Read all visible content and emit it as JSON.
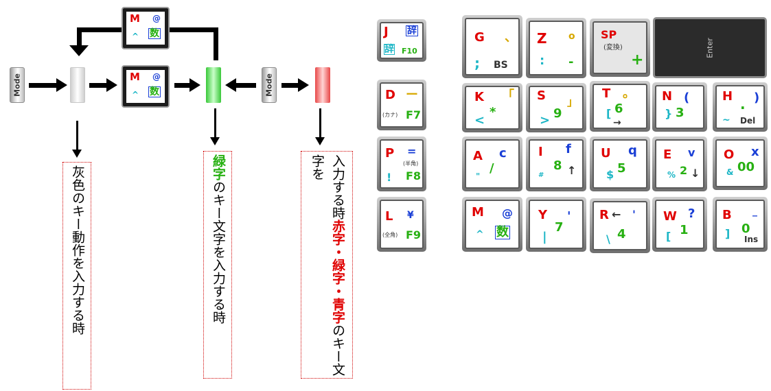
{
  "diagram": {
    "mode_label": "Mode",
    "mode_key": {
      "letter": "M",
      "at": "@",
      "caret": "^",
      "su": "数"
    },
    "notes": {
      "gray": {
        "text": "灰色のキー動作を入力する時"
      },
      "green": {
        "highlight": "緑字",
        "rest": "のキー文字を入力する時"
      },
      "red": {
        "line1": "入力する時",
        "h1": "赤字",
        "dot1": "・",
        "h2": "緑字",
        "dot2": "・",
        "h3": "青字",
        "rest": "のキー文字を"
      }
    },
    "colors": {
      "red": "#e00000",
      "green": "#27b012",
      "blue": "#1a3fd6",
      "cyan": "#1db6c6"
    }
  },
  "keypad": {
    "J": {
      "main": "J",
      "tr": "辞",
      "bl": "辞",
      "br": "F10"
    },
    "G": {
      "main": "G",
      "tr": "、",
      "bl": ";",
      "br": "BS"
    },
    "Z": {
      "main": "Z",
      "tr": "o",
      "bl": ":",
      "br": "-"
    },
    "SP": {
      "main": "SP",
      "sub": "(変換)",
      "br": "+"
    },
    "Enter": {
      "label": "Enter"
    },
    "D": {
      "main": "D",
      "tr": "ー",
      "bl": "(カナ)",
      "br": "F7"
    },
    "K": {
      "main": "K",
      "tr": "「",
      "mid": "*",
      "bl": "<"
    },
    "S": {
      "main": "S",
      "tr": "」",
      "num": "9",
      "bl": ">"
    },
    "T": {
      "main": "T",
      "tr": "。",
      "num": "6",
      "bl": "[",
      "arrow": "→"
    },
    "N": {
      "main": "N",
      "tr": "(",
      "num": "3",
      "bl": "}"
    },
    "H": {
      "main": "H",
      "tr": ")",
      "mid": ".",
      "bl": "~",
      "br": "Del"
    },
    "P": {
      "main": "P",
      "tr": "=",
      "sub": "(半角)",
      "bl": "!",
      "br": "F8"
    },
    "A": {
      "main": "A",
      "tr": "c",
      "num": "/",
      "bl": "\""
    },
    "I": {
      "main": "I",
      "tr": "f",
      "num": "8",
      "bl": "#",
      "arrow": "↑"
    },
    "U": {
      "main": "U",
      "tr": "q",
      "num": "5",
      "bl": "$"
    },
    "E": {
      "main": "E",
      "tr": "v",
      "num": "2",
      "bl": "%",
      "arrow": "↓"
    },
    "O": {
      "main": "O",
      "tr": "x",
      "num": "00",
      "bl": "&"
    },
    "L": {
      "main": "L",
      "tr": "¥",
      "bl": "(全角)",
      "br": "F9"
    },
    "M": {
      "main": "M",
      "tr": "@",
      "bl": "^",
      "br": "数"
    },
    "Y": {
      "main": "Y",
      "tr": "'",
      "num": "7",
      "bl": "|"
    },
    "R": {
      "main": "R",
      "arrow": "←",
      "tr": "'",
      "num": "4",
      "bl": "\\"
    },
    "W": {
      "main": "W",
      "tr": "?",
      "num": "1",
      "bl": "["
    },
    "B": {
      "main": "B",
      "tr": "_",
      "num": "0",
      "bl": "]",
      "br": "Ins"
    }
  }
}
